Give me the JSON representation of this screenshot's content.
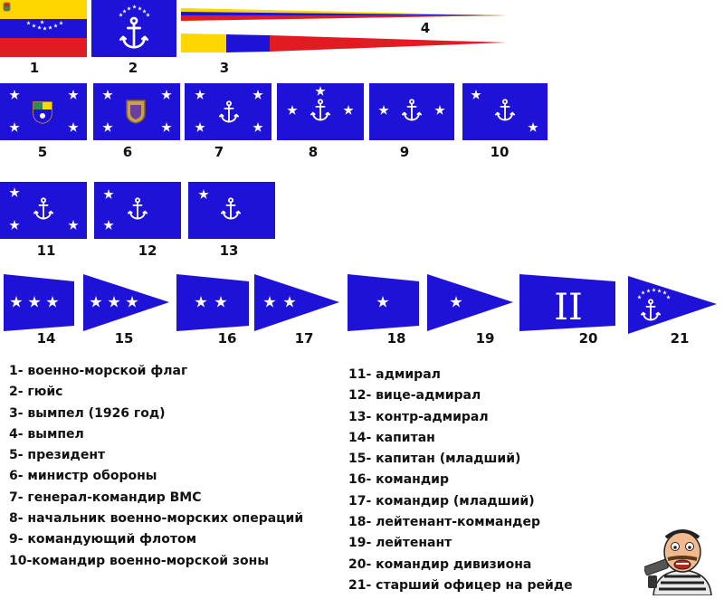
{
  "colors": {
    "navy_blue": "#1f12d8",
    "venezuela_yellow": "#ffd700",
    "venezuela_red": "#e21b22",
    "white": "#ffffff"
  },
  "flag_numbers": [
    "1",
    "2",
    "3",
    "4",
    "5",
    "6",
    "7",
    "8",
    "9",
    "10",
    "11",
    "12",
    "13",
    "14",
    "15",
    "16",
    "17",
    "18",
    "19",
    "20",
    "21"
  ],
  "flag_20_text": "II",
  "legend_left": [
    "1- военно-морской флаг",
    "2- гюйс",
    "3- вымпел (1926 год)",
    "4- вымпел",
    "5- президент",
    "6- министр обороны",
    "7- генерал-командир ВМС",
    "8- начальник военно-морских операций",
    "9- командующий флотом",
    "10-командир военно-морской зоны"
  ],
  "legend_right": [
    "11- адмирал",
    "12- вице-адмирал",
    "13- контр-адмирал",
    "14- капитан",
    "15- капитан (младший)",
    "16- командир",
    "17- командир (младший)",
    "18- лейтенант-коммандер",
    "19- лейтенант",
    "20- командир дивизиона",
    "21- старший офицер на рейде"
  ],
  "icons": [
    "star-icon",
    "anchor-icon",
    "coat-of-arms-icon",
    "sailor-cartoon-icon"
  ]
}
